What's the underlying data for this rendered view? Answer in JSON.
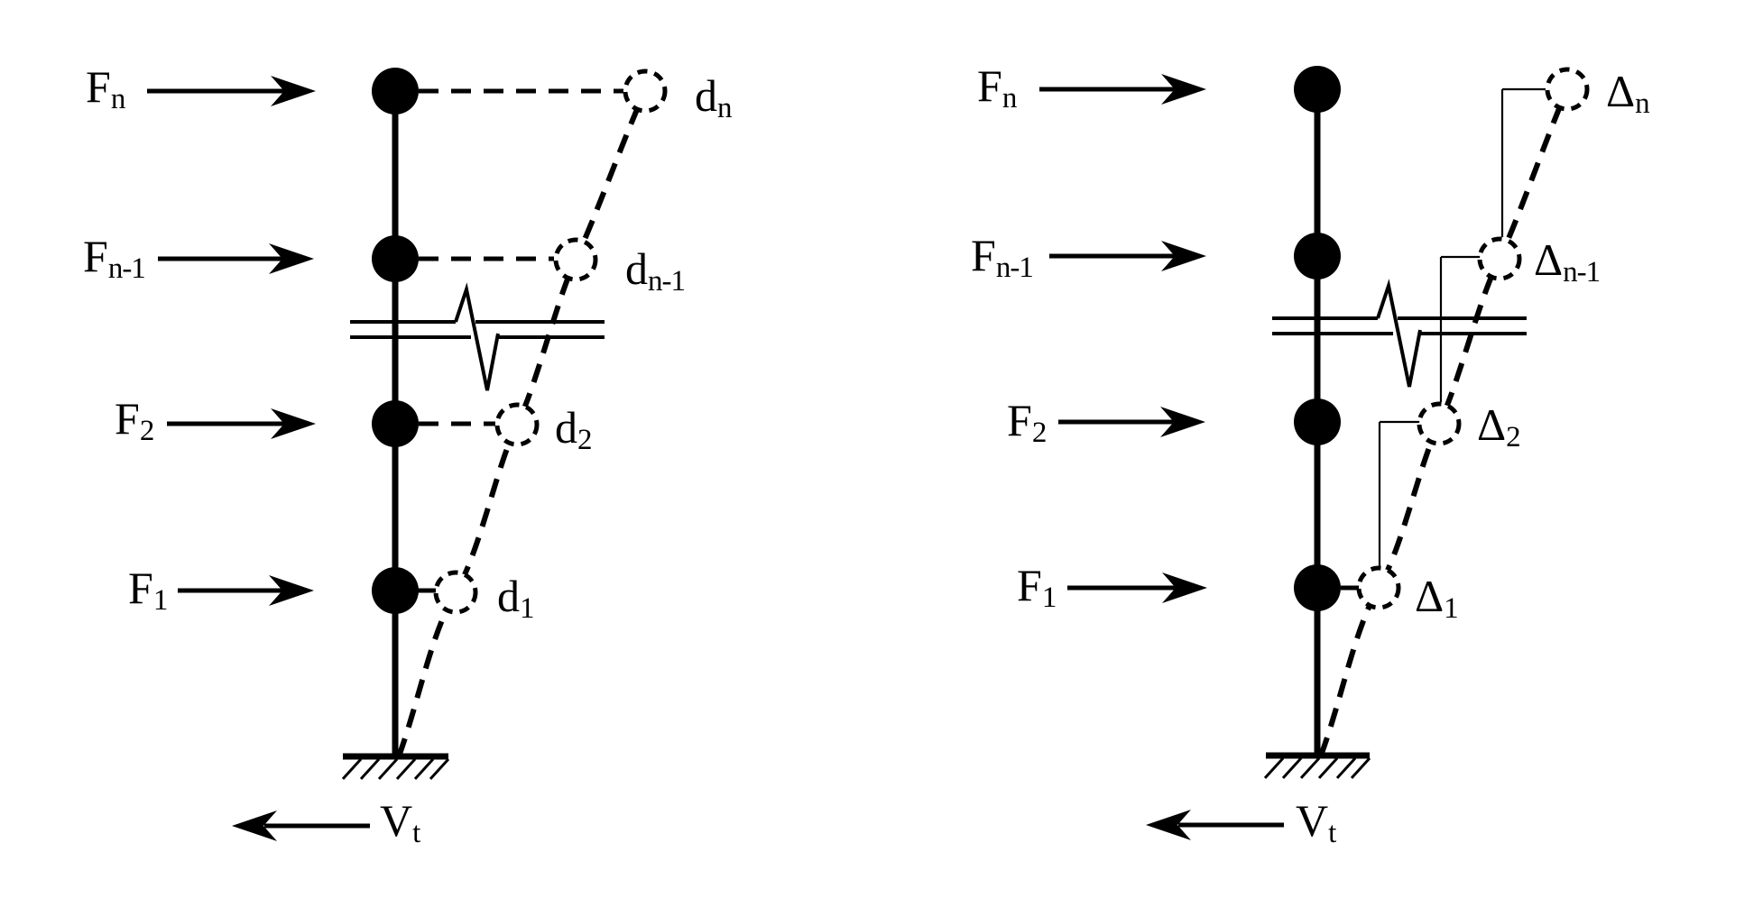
{
  "figure": {
    "background": "#ffffff",
    "ink": "#000000",
    "description": "Two cantilever column elevation diagrams: story lateral forces with story displacements (left) and story drifts (right), base shear at bottom"
  },
  "labels": {
    "left": {
      "forces": [
        {
          "base": "F",
          "sub": "n"
        },
        {
          "base": "F",
          "sub": "n-1"
        },
        {
          "base": "F",
          "sub": "2"
        },
        {
          "base": "F",
          "sub": "1"
        }
      ],
      "displacements": [
        {
          "base": "d",
          "sub": "n"
        },
        {
          "base": "d",
          "sub": "n-1"
        },
        {
          "base": "d",
          "sub": "2"
        },
        {
          "base": "d",
          "sub": "1"
        }
      ],
      "base_shear": {
        "base": "V",
        "sub": "t"
      }
    },
    "right": {
      "forces": [
        {
          "base": "F",
          "sub": "n"
        },
        {
          "base": "F",
          "sub": "n-1"
        },
        {
          "base": "F",
          "sub": "2"
        },
        {
          "base": "F",
          "sub": "1"
        }
      ],
      "drifts": [
        {
          "base": "Δ",
          "sub": "n"
        },
        {
          "base": "Δ",
          "sub": "n-1"
        },
        {
          "base": "Δ",
          "sub": "2"
        },
        {
          "base": "Δ",
          "sub": "1"
        }
      ],
      "base_shear": {
        "base": "V",
        "sub": "t"
      }
    }
  }
}
